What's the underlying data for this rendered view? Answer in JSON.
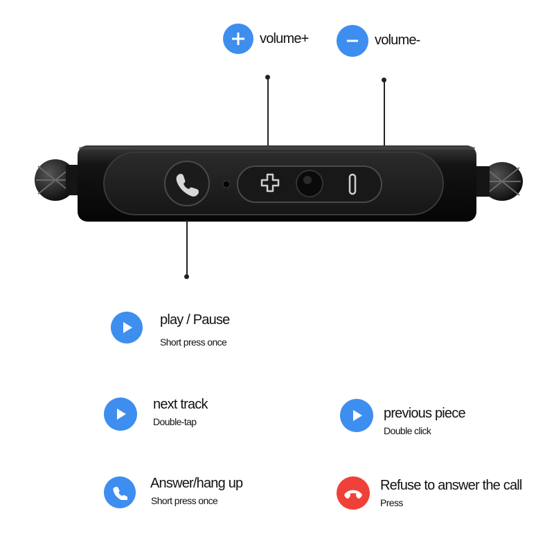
{
  "volume_controls": [
    {
      "label": "volume+",
      "icon": "plus-icon"
    },
    {
      "label": "volume-",
      "icon": "minus-icon"
    }
  ],
  "functions": [
    {
      "title": "play / Pause",
      "subtitle": "Short press once",
      "icon": "play-icon",
      "color": "#3e8ef0"
    },
    {
      "title": "next track",
      "subtitle": "Double-tap",
      "icon": "play-icon",
      "color": "#3e8ef0"
    },
    {
      "title": "previous piece",
      "subtitle": "Double click",
      "icon": "play-icon",
      "color": "#3e8ef0"
    },
    {
      "title": "Answer/hang up",
      "subtitle": "Short press once",
      "icon": "phone-icon",
      "color": "#3e8ef0"
    },
    {
      "title": "Refuse to answer the call",
      "subtitle": "Press",
      "icon": "phone-hangup-icon",
      "color": "#f0403a"
    }
  ],
  "remote": {
    "icons": [
      "phone-icon",
      "microphone-hole-icon",
      "plus-button-icon",
      "center-button-icon",
      "minus-button-icon"
    ]
  }
}
